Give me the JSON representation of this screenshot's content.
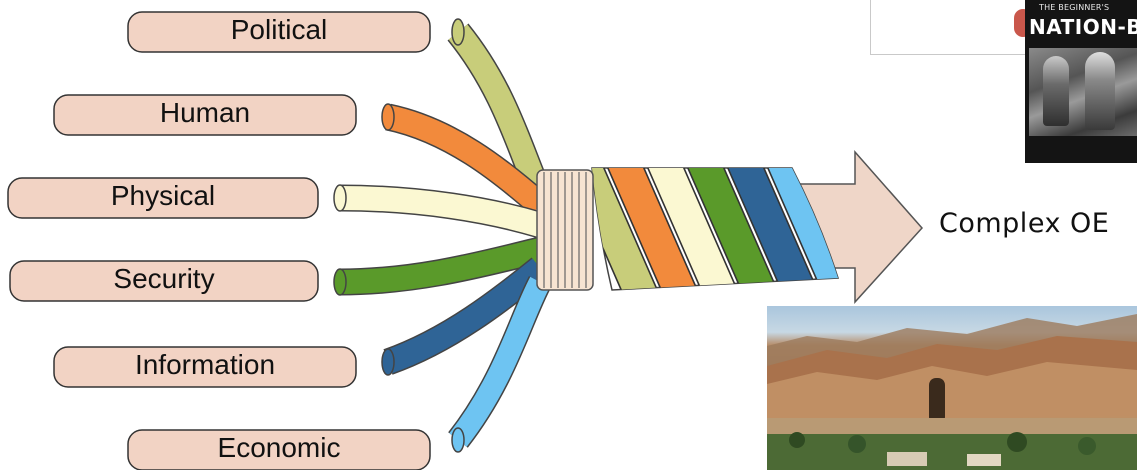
{
  "strands": [
    {
      "label": "Political",
      "color": "#c8cd7a"
    },
    {
      "label": "Human",
      "color": "#f28a3c"
    },
    {
      "label": "Physical",
      "color": "#fbf8d2"
    },
    {
      "label": "Security",
      "color": "#5a9a2a"
    },
    {
      "label": "Information",
      "color": "#2f6496"
    },
    {
      "label": "Economic",
      "color": "#6ec4f2"
    }
  ],
  "label_fill": "#f2d3c4",
  "binding_fill": "#f7e4d2",
  "arrow_fill": "#efd6c8",
  "result": {
    "label": "Complex OE"
  },
  "book": {
    "kicker": "THE BEGINNER'S",
    "title": "NATION-BU"
  },
  "photo": {
    "subject": "Cliffside landscape photograph"
  }
}
